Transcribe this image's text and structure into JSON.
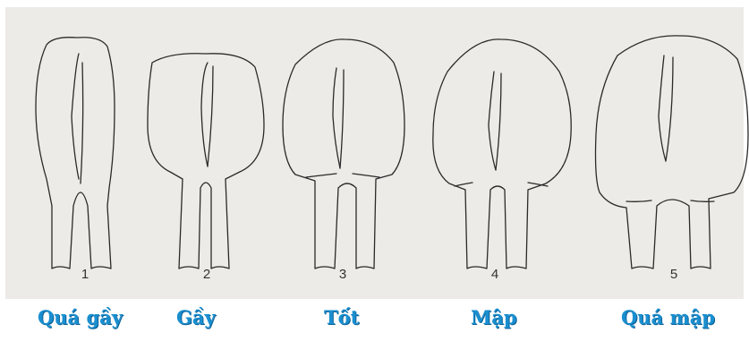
{
  "figures": [
    {
      "number": "1",
      "label": "Quá gầy"
    },
    {
      "number": "2",
      "label": "Gầy"
    },
    {
      "number": "3",
      "label": "Tốt"
    },
    {
      "number": "4",
      "label": "Mập"
    },
    {
      "number": "5",
      "label": "Quá mập"
    }
  ],
  "colors": {
    "caption": "#1a8fd0",
    "panel": "#ecebe7",
    "line": "#2a2a2a"
  }
}
